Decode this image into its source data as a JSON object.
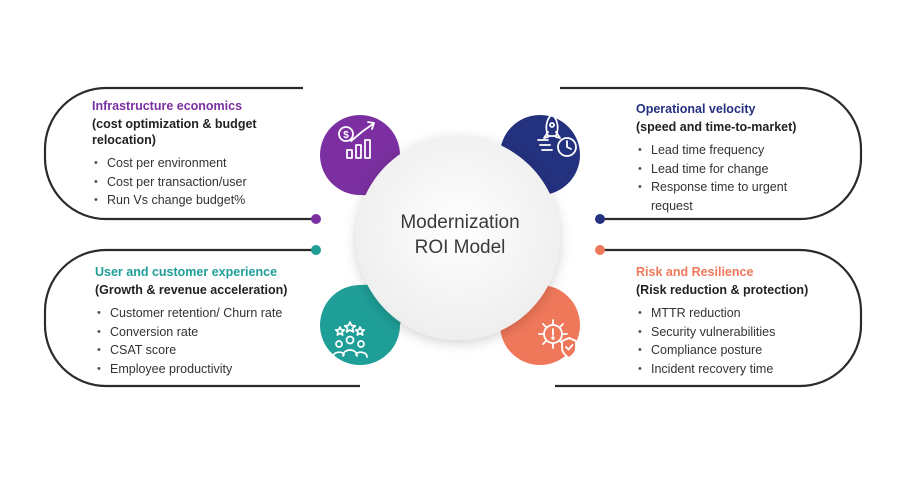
{
  "center": {
    "line1": "Modernization",
    "line2": "ROI Model"
  },
  "quadrants": [
    {
      "id": "infrastructure",
      "title": "Infrastructure economics",
      "subtitle": "(cost optimization & budget relocation)",
      "items": [
        "Cost per environment",
        "Cost per transaction/user",
        "Run Vs change budget%"
      ],
      "color": "#7b2fa0",
      "icon": "growth-chart-dollar-icon"
    },
    {
      "id": "operational",
      "title": "Operational velocity",
      "subtitle": "(speed and time-to-market)",
      "items": [
        "Lead time frequency",
        "Lead time for change",
        "Response time to urgent request"
      ],
      "color": "#24317e",
      "icon": "rocket-clock-icon"
    },
    {
      "id": "user",
      "title": "User and customer experience",
      "subtitle": "(Growth & revenue acceleration)",
      "items": [
        "Customer retention/ Churn rate",
        "Conversion rate",
        "CSAT score",
        "Employee productivity"
      ],
      "color": "#1f9e98",
      "icon": "people-stars-icon"
    },
    {
      "id": "risk",
      "title": "Risk and Resilience",
      "subtitle": "(Risk reduction & protection)",
      "items": [
        "MTTR reduction",
        "Security vulnerabilities",
        "Compliance posture",
        "Incident recovery time"
      ],
      "color": "#f0785a",
      "icon": "gear-shield-icon"
    }
  ]
}
